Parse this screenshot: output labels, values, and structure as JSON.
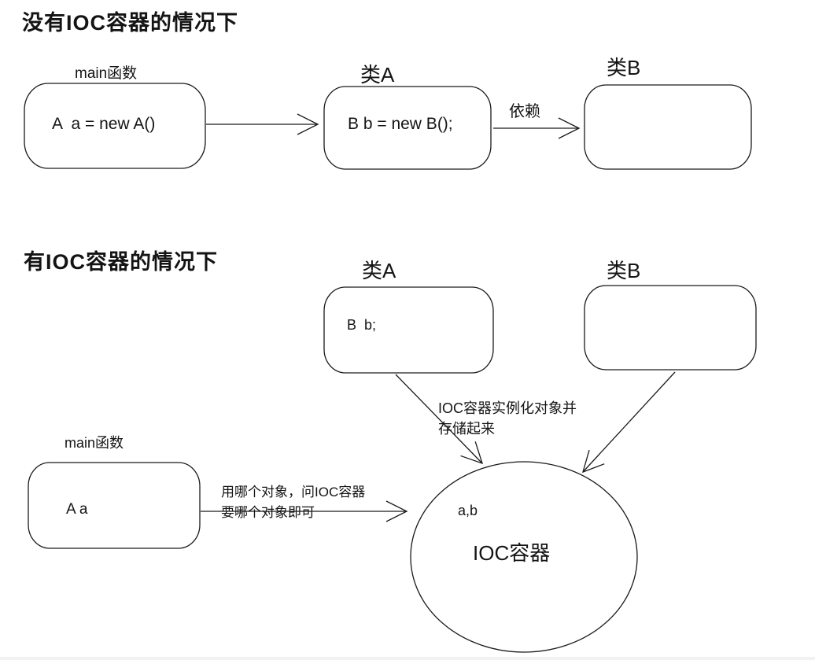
{
  "without_ioc": {
    "title": "没有IOC容器的情况下",
    "main_box": {
      "label": "main函数",
      "code": "A  a = new A()"
    },
    "class_a_box": {
      "label": "类A",
      "code": "B b = new B();"
    },
    "class_b_box": {
      "label": "类B"
    },
    "dependency_label": "依赖"
  },
  "with_ioc": {
    "title": "有IOC容器的情况下",
    "class_a_box": {
      "label": "类A",
      "code": "B  b;"
    },
    "class_b_box": {
      "label": "类B"
    },
    "main_box": {
      "label": "main函数",
      "code": "A a"
    },
    "store_note": {
      "line1": "IOC容器实例化对象并",
      "line2": "存储起来"
    },
    "ask_note": {
      "line1": "用哪个对象，问IOC容器",
      "line2": "要哪个对象即可"
    },
    "ioc_container": {
      "items": "a,b",
      "label": "IOC容器"
    }
  },
  "colors": {
    "stroke": "#1a1a1a",
    "background": "#ffffff"
  }
}
